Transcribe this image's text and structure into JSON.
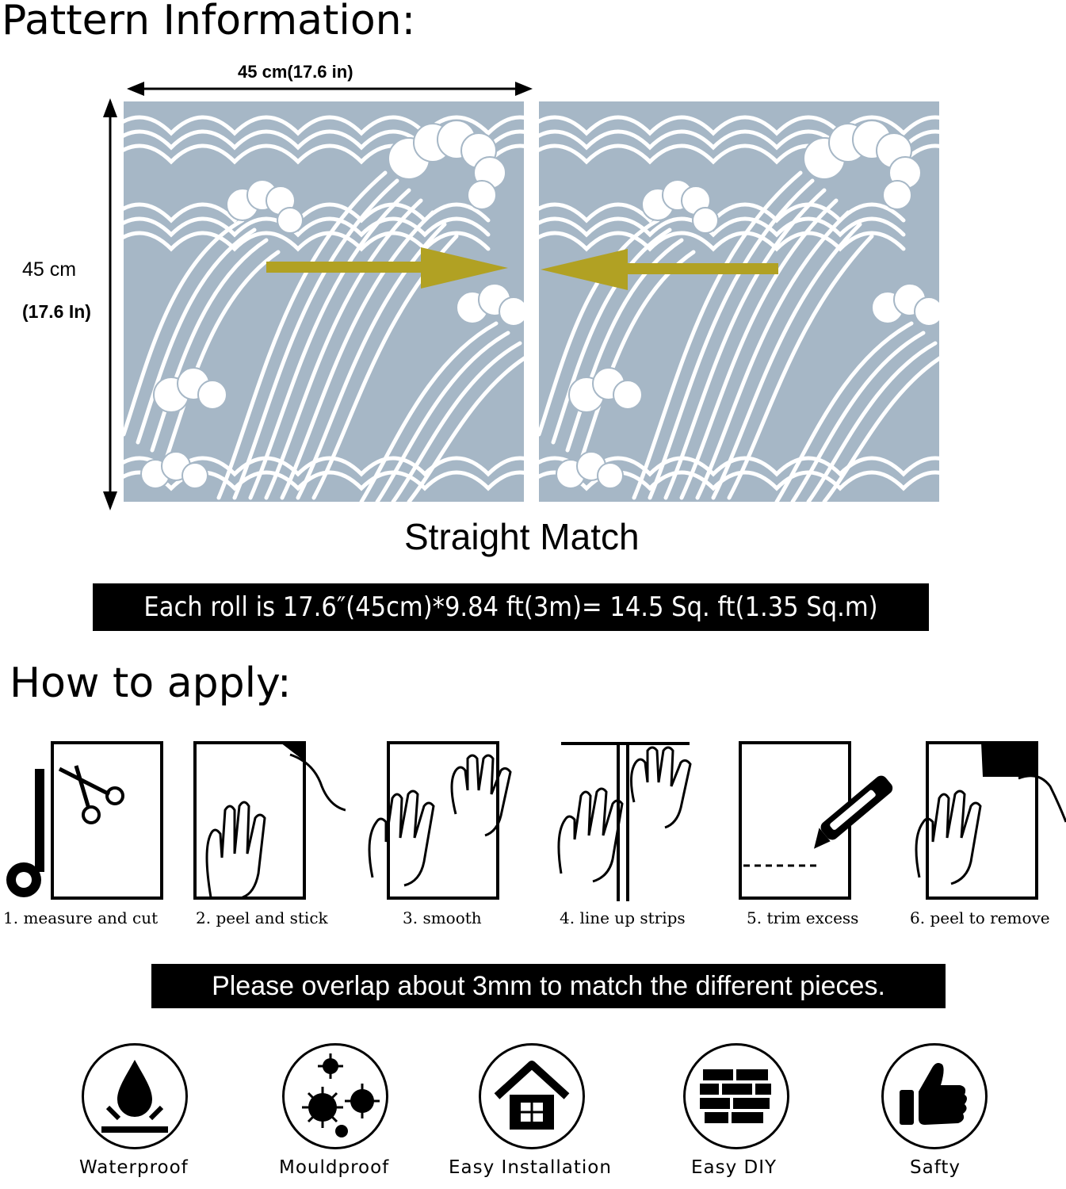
{
  "pattern": {
    "title": "Pattern Information:",
    "width_label": "45 cm(17.6 in)",
    "height_label_cm": "45 cm",
    "height_label_in": "(17.6 In)",
    "match_caption": "Straight Match",
    "colors": {
      "wave_bg": "#a6b7c6",
      "wave_line": "#ffffff",
      "arrow": "#b1a123"
    }
  },
  "roll_info": "Each roll is 17.6″(45cm)*9.84 ft(3m)= 14.5 Sq. ft(1.35 Sq.m)",
  "apply": {
    "title": "How to apply:",
    "steps": [
      {
        "label": "1. measure and cut",
        "icon": "scissors-icon"
      },
      {
        "label": "2. peel and stick",
        "icon": "peel-hand-icon"
      },
      {
        "label": "3. smooth",
        "icon": "smooth-hands-icon"
      },
      {
        "label": "4. line up strips",
        "icon": "line-up-hands-icon"
      },
      {
        "label": "5. trim excess",
        "icon": "utility-knife-icon"
      },
      {
        "label": "6. peel to remove",
        "icon": "peel-corner-icon"
      }
    ]
  },
  "overlap_note": "Please overlap about 3mm to match the different pieces.",
  "features": [
    {
      "label": "Waterproof",
      "icon": "water-drop-icon"
    },
    {
      "label": "Mouldproof",
      "icon": "mould-spores-icon"
    },
    {
      "label": "Easy Installation",
      "icon": "house-icon"
    },
    {
      "label": "Easy DIY",
      "icon": "brick-wall-icon"
    },
    {
      "label": "Safty",
      "icon": "thumbs-up-icon"
    }
  ]
}
